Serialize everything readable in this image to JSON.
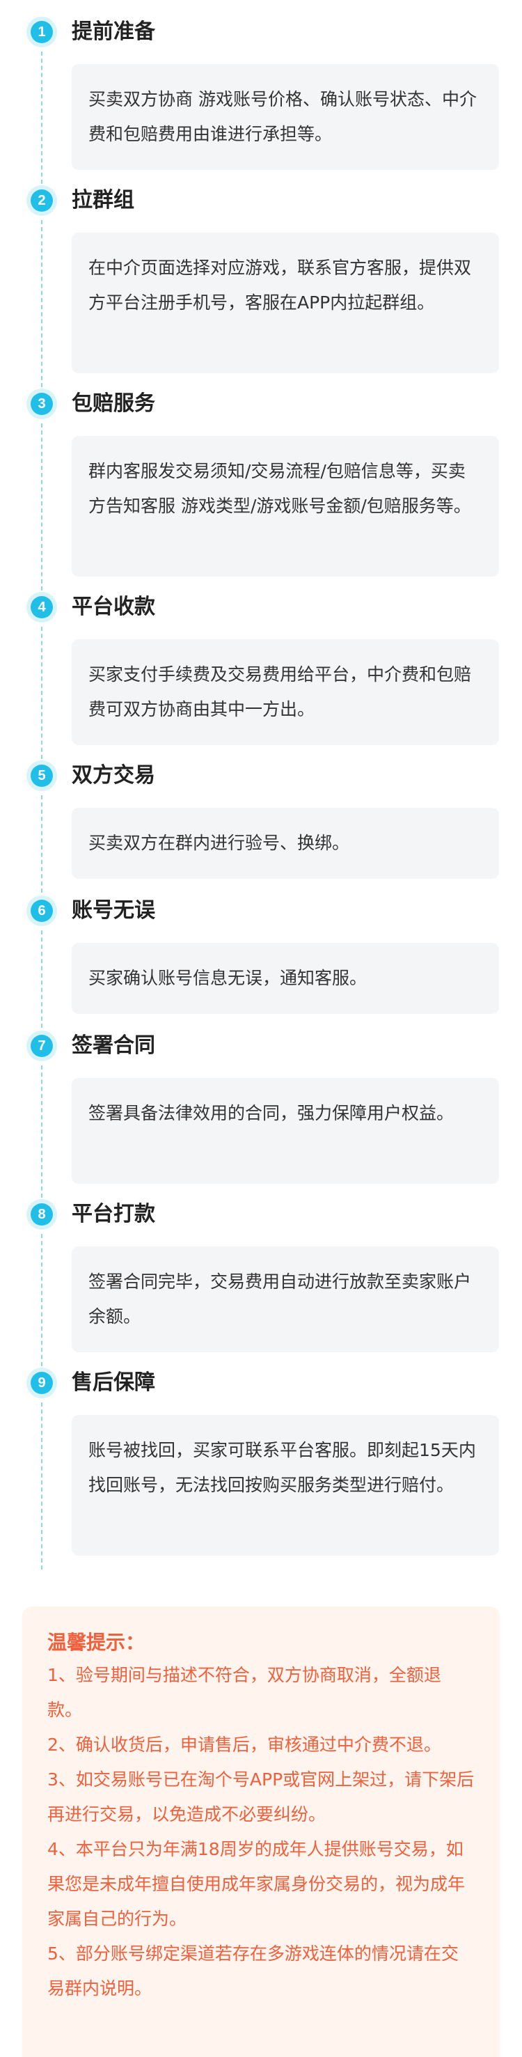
{
  "steps": [
    {
      "num": "1",
      "title": "提前准备",
      "text": "买卖双方协商 游戏账号价格、确认账号状态、中介费和包赔费用由谁进行承担等。"
    },
    {
      "num": "2",
      "title": "拉群组",
      "text": "在中介页面选择对应游戏，联系官方客服，提供双方平台注册手机号，客服在APP内拉起群组。"
    },
    {
      "num": "3",
      "title": "包赔服务",
      "text": "群内客服发交易须知/交易流程/包赔信息等，买卖方告知客服 游戏类型/游戏账号金额/包赔服务等。"
    },
    {
      "num": "4",
      "title": "平台收款",
      "text": "买家支付手续费及交易费用给平台，中介费和包赔费可双方协商由其中一方出。"
    },
    {
      "num": "5",
      "title": "双方交易",
      "text": "买卖双方在群内进行验号、换绑。"
    },
    {
      "num": "6",
      "title": "账号无误",
      "text": "买家确认账号信息无误，通知客服。"
    },
    {
      "num": "7",
      "title": "签署合同",
      "text": "签署具备法律效用的合同，强力保障用户权益。"
    },
    {
      "num": "8",
      "title": "平台打款",
      "text": "签署合同完毕，交易费用自动进行放款至卖家账户余额。"
    },
    {
      "num": "9",
      "title": "售后保障",
      "text": "账号被找回，买家可联系平台客服。即刻起15天内找回账号，无法找回按购买服务类型进行赔付。"
    }
  ],
  "tips": {
    "title": "温馨提示：",
    "items": [
      "1、验号期间与描述不符合，双方协商取消，全额退款。",
      "2、确认收货后，申请售后，审核通过中介费不退。",
      "3、如交易账号已在淘个号APP或官网上架过，请下架后再进行交易，以免造成不必要纠纷。",
      "4、本平台只为年满18周岁的成年人提供账号交易，如果您是未成年擅自使用成年家属身份交易的，视为成年家属自己的行为。",
      "5、部分账号绑定渠道若存在多游戏连体的情况请在交易群内说明。"
    ]
  },
  "colors": {
    "accent": "#21bfe8",
    "tip": "#f0603c",
    "box": "#f4f5f7",
    "tipBg": "#fff5ee"
  }
}
